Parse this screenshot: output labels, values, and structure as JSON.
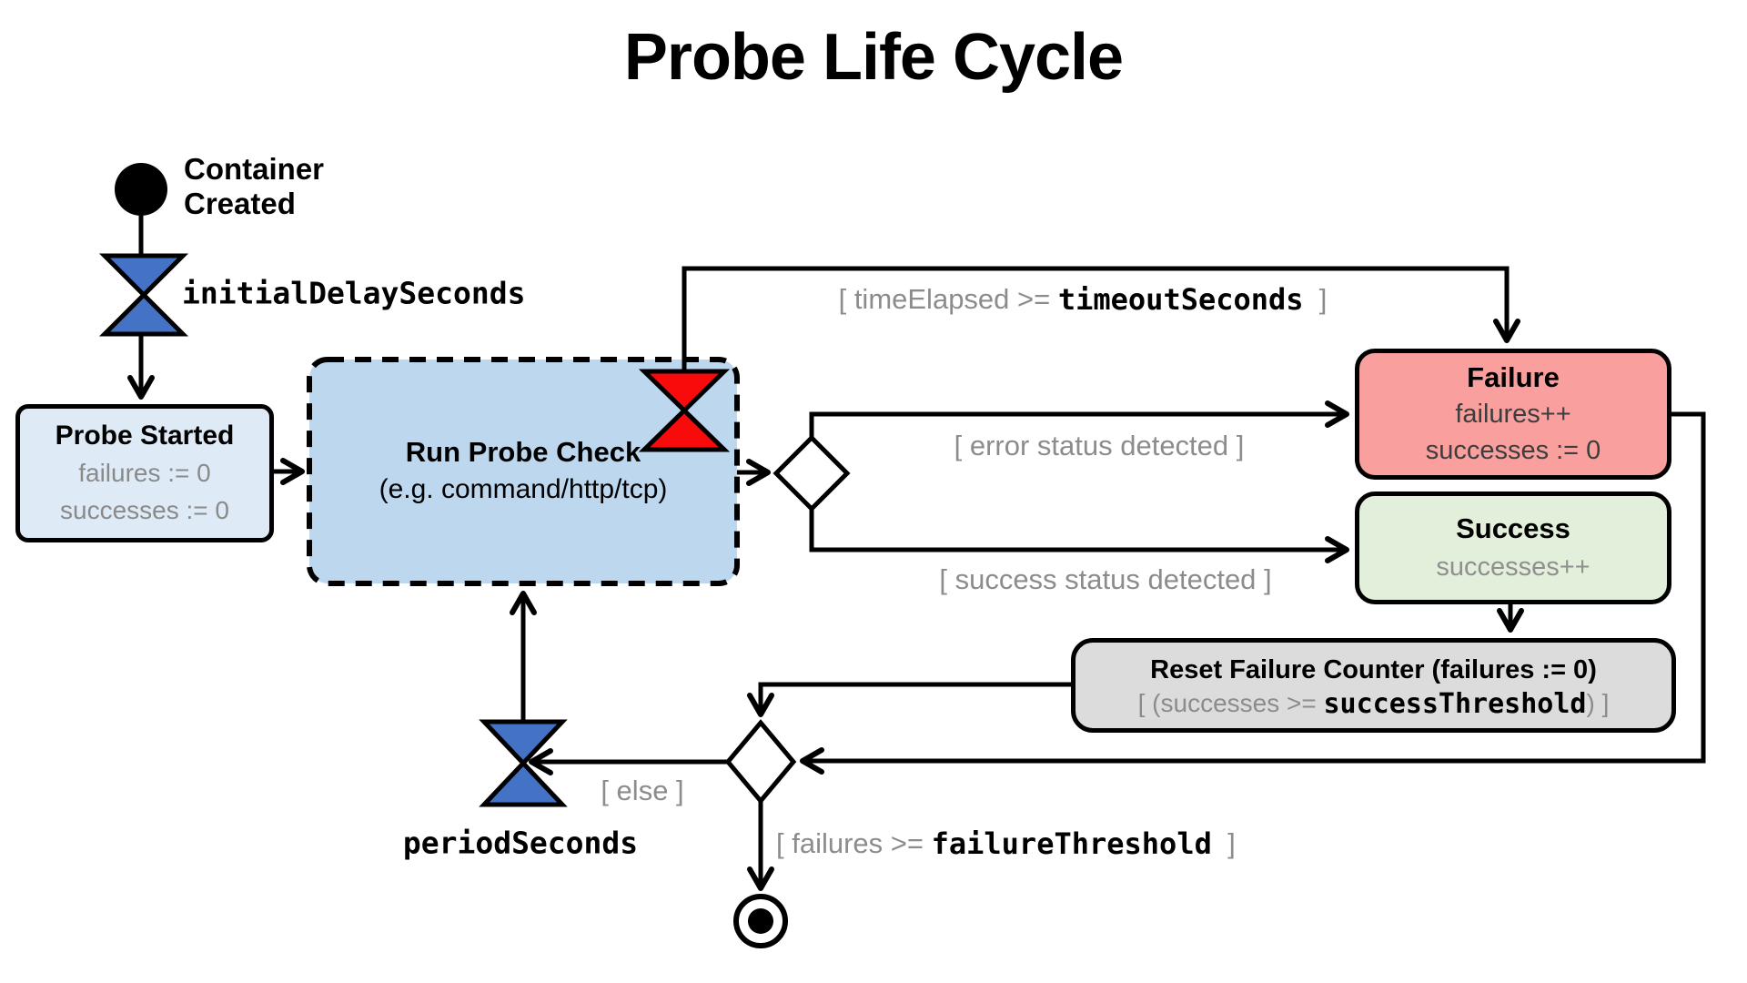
{
  "title": "Probe Life Cycle",
  "colors": {
    "timer_blue": "#4472C4",
    "timer_red": "#FA0B0B",
    "probe_started_fill": "#DEEBF7",
    "run_fill": "#BDD7EE",
    "failure_fill": "#F9A09E",
    "success_fill": "#E2EFDA",
    "reset_fill": "#DCDCDC",
    "guard_text_gray": "#8C8C8C",
    "line_black": "#000000"
  },
  "nodes": {
    "initial_state": {
      "line1": "Container",
      "line2": "Created"
    },
    "initial_delay_timer": {
      "label": "initialDelaySeconds"
    },
    "probe_started": {
      "title": "Probe Started",
      "action1": "failures := 0",
      "action2": "successes := 0"
    },
    "run_probe_check": {
      "title": "Run Probe Check",
      "subtitle": "(e.g. command/http/tcp)"
    },
    "failure": {
      "title": "Failure",
      "action1": "failures++",
      "action2": "successes := 0"
    },
    "success": {
      "title": "Success",
      "action1": "successes++"
    },
    "reset_failure_counter": {
      "title": "Reset Failure Counter (failures := 0)",
      "guard_prefix": "[ (successes >= ",
      "guard_keyword": "successThreshold",
      "guard_suffix": ") ]"
    },
    "period_timer": {
      "label": "periodSeconds"
    }
  },
  "edges": {
    "timeout_guard": {
      "prefix": "[ timeElapsed >= ",
      "keyword": "timeoutSeconds",
      "suffix": "  ]"
    },
    "error_guard": {
      "label": "[ error status detected ]"
    },
    "success_guard": {
      "label": "[ success status detected ]"
    },
    "else_guard": {
      "label": "[ else ]"
    },
    "failure_threshold_guard": {
      "prefix": "[ failures >= ",
      "keyword": "failureThreshold",
      "suffix": "  ]"
    }
  }
}
